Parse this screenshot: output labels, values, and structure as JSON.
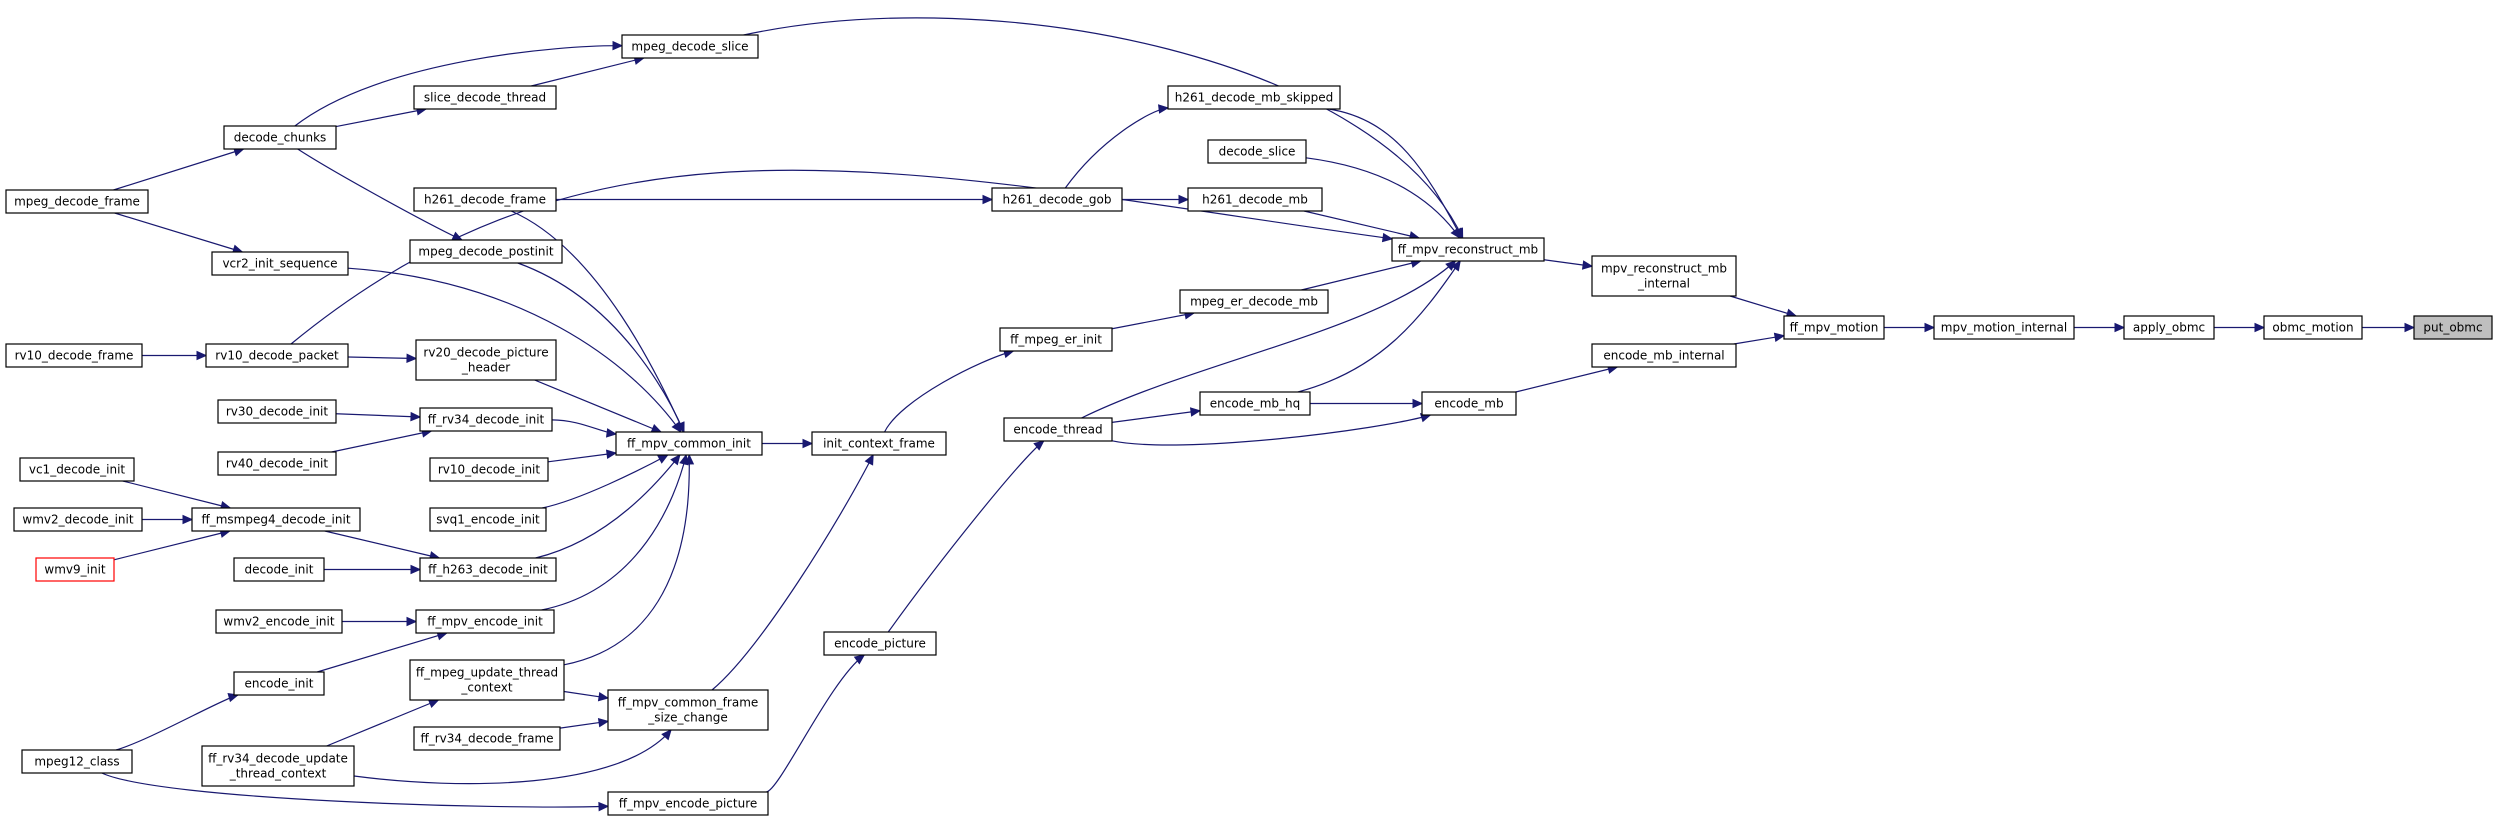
{
  "graph": {
    "title": "",
    "nodes": [
      {
        "id": "put_obmc",
        "lines": [
          "put_obmc"
        ],
        "style": "focus"
      },
      {
        "id": "obmc_motion",
        "lines": [
          "obmc_motion"
        ]
      },
      {
        "id": "apply_obmc",
        "lines": [
          "apply_obmc"
        ]
      },
      {
        "id": "mpv_motion_internal",
        "lines": [
          "mpv_motion_internal"
        ]
      },
      {
        "id": "ff_mpv_motion",
        "lines": [
          "ff_mpv_motion"
        ]
      },
      {
        "id": "mpv_reconstruct_mb_internal",
        "lines": [
          "mpv_reconstruct_mb",
          "_internal"
        ]
      },
      {
        "id": "encode_mb_internal",
        "lines": [
          "encode_mb_internal"
        ]
      },
      {
        "id": "ff_mpv_reconstruct_mb",
        "lines": [
          "ff_mpv_reconstruct_mb"
        ]
      },
      {
        "id": "encode_mb",
        "lines": [
          "encode_mb"
        ]
      },
      {
        "id": "mpeg_decode_slice",
        "lines": [
          "mpeg_decode_slice"
        ]
      },
      {
        "id": "h261_decode_mb_skipped",
        "lines": [
          "h261_decode_mb_skipped"
        ]
      },
      {
        "id": "decode_slice",
        "lines": [
          "decode_slice"
        ]
      },
      {
        "id": "h261_decode_mb",
        "lines": [
          "h261_decode_mb"
        ]
      },
      {
        "id": "h261_decode_gob",
        "lines": [
          "h261_decode_gob"
        ]
      },
      {
        "id": "mpeg_er_decode_mb",
        "lines": [
          "mpeg_er_decode_mb"
        ]
      },
      {
        "id": "ff_mpeg_er_init",
        "lines": [
          "ff_mpeg_er_init"
        ]
      },
      {
        "id": "encode_mb_hq",
        "lines": [
          "encode_mb_hq"
        ]
      },
      {
        "id": "encode_thread",
        "lines": [
          "encode_thread"
        ]
      },
      {
        "id": "init_context_frame",
        "lines": [
          "init_context_frame"
        ]
      },
      {
        "id": "encode_picture",
        "lines": [
          "encode_picture"
        ]
      },
      {
        "id": "ff_mpv_encode_picture",
        "lines": [
          "ff_mpv_encode_picture"
        ]
      },
      {
        "id": "ff_mpv_common_frame_size_change",
        "lines": [
          "ff_mpv_common_frame",
          "_size_change"
        ]
      },
      {
        "id": "ff_mpv_common_init",
        "lines": [
          "ff_mpv_common_init"
        ]
      },
      {
        "id": "slice_decode_thread",
        "lines": [
          "slice_decode_thread"
        ]
      },
      {
        "id": "decode_chunks",
        "lines": [
          "decode_chunks"
        ]
      },
      {
        "id": "mpeg_decode_frame",
        "lines": [
          "mpeg_decode_frame"
        ]
      },
      {
        "id": "h261_decode_frame",
        "lines": [
          "h261_decode_frame"
        ]
      },
      {
        "id": "mpeg_decode_postinit",
        "lines": [
          "mpeg_decode_postinit"
        ]
      },
      {
        "id": "vcr2_init_sequence",
        "lines": [
          "vcr2_init_sequence"
        ]
      },
      {
        "id": "rv10_decode_frame",
        "lines": [
          "rv10_decode_frame"
        ]
      },
      {
        "id": "rv10_decode_packet",
        "lines": [
          "rv10_decode_packet"
        ]
      },
      {
        "id": "rv20_decode_picture_header",
        "lines": [
          "rv20_decode_picture",
          "_header"
        ]
      },
      {
        "id": "rv30_decode_init",
        "lines": [
          "rv30_decode_init"
        ]
      },
      {
        "id": "ff_rv34_decode_init",
        "lines": [
          "ff_rv34_decode_init"
        ]
      },
      {
        "id": "rv40_decode_init",
        "lines": [
          "rv40_decode_init"
        ]
      },
      {
        "id": "rv10_decode_init",
        "lines": [
          "rv10_decode_init"
        ]
      },
      {
        "id": "vc1_decode_init",
        "lines": [
          "vc1_decode_init"
        ]
      },
      {
        "id": "wmv2_decode_init",
        "lines": [
          "wmv2_decode_init"
        ]
      },
      {
        "id": "ff_msmpeg4_decode_init",
        "lines": [
          "ff_msmpeg4_decode_init"
        ]
      },
      {
        "id": "svq1_encode_init",
        "lines": [
          "svq1_encode_init"
        ]
      },
      {
        "id": "wmv9_init",
        "lines": [
          "wmv9_init"
        ],
        "style": "red"
      },
      {
        "id": "decode_init",
        "lines": [
          "decode_init"
        ]
      },
      {
        "id": "ff_h263_decode_init",
        "lines": [
          "ff_h263_decode_init"
        ]
      },
      {
        "id": "wmv2_encode_init",
        "lines": [
          "wmv2_encode_init"
        ]
      },
      {
        "id": "ff_mpv_encode_init",
        "lines": [
          "ff_mpv_encode_init"
        ]
      },
      {
        "id": "encode_init",
        "lines": [
          "encode_init"
        ]
      },
      {
        "id": "ff_mpeg_update_thread_context",
        "lines": [
          "ff_mpeg_update_thread",
          "_context"
        ]
      },
      {
        "id": "ff_rv34_decode_frame",
        "lines": [
          "ff_rv34_decode_frame"
        ]
      },
      {
        "id": "mpeg12_class",
        "lines": [
          "mpeg12_class"
        ]
      },
      {
        "id": "ff_rv34_decode_update_thread_context",
        "lines": [
          "ff_rv34_decode_update",
          "_thread_context"
        ]
      }
    ],
    "edges": [
      [
        "obmc_motion",
        "put_obmc"
      ],
      [
        "apply_obmc",
        "obmc_motion"
      ],
      [
        "mpv_motion_internal",
        "apply_obmc"
      ],
      [
        "ff_mpv_motion",
        "mpv_motion_internal"
      ],
      [
        "mpv_reconstruct_mb_internal",
        "ff_mpv_motion"
      ],
      [
        "encode_mb_internal",
        "ff_mpv_motion"
      ],
      [
        "ff_mpv_reconstruct_mb",
        "mpv_reconstruct_mb_internal"
      ],
      [
        "encode_mb",
        "encode_mb_internal"
      ],
      [
        "mpeg_decode_slice",
        "ff_mpv_reconstruct_mb"
      ],
      [
        "h261_decode_mb_skipped",
        "ff_mpv_reconstruct_mb"
      ],
      [
        "decode_slice",
        "ff_mpv_reconstruct_mb"
      ],
      [
        "h261_decode_mb",
        "ff_mpv_reconstruct_mb"
      ],
      [
        "rv10_decode_packet",
        "ff_mpv_reconstruct_mb"
      ],
      [
        "mpeg_er_decode_mb",
        "ff_mpv_reconstruct_mb"
      ],
      [
        "encode_thread",
        "ff_mpv_reconstruct_mb"
      ],
      [
        "encode_mb_hq",
        "ff_mpv_reconstruct_mb"
      ],
      [
        "h261_decode_gob",
        "h261_decode_mb_skipped"
      ],
      [
        "h261_decode_gob",
        "h261_decode_mb"
      ],
      [
        "h261_decode_frame",
        "h261_decode_gob"
      ],
      [
        "ff_mpeg_er_init",
        "mpeg_er_decode_mb"
      ],
      [
        "init_context_frame",
        "ff_mpeg_er_init"
      ],
      [
        "encode_mb_hq",
        "encode_mb"
      ],
      [
        "encode_thread",
        "encode_mb"
      ],
      [
        "encode_thread",
        "encode_mb_hq"
      ],
      [
        "encode_picture",
        "encode_thread"
      ],
      [
        "ff_mpv_encode_picture",
        "encode_picture"
      ],
      [
        "ff_mpv_common_init",
        "init_context_frame"
      ],
      [
        "ff_mpv_common_frame_size_change",
        "init_context_frame"
      ],
      [
        "slice_decode_thread",
        "mpeg_decode_slice"
      ],
      [
        "decode_chunks",
        "mpeg_decode_slice"
      ],
      [
        "decode_chunks",
        "slice_decode_thread"
      ],
      [
        "mpeg_decode_frame",
        "decode_chunks"
      ],
      [
        "mpeg_decode_frame",
        "vcr2_init_sequence"
      ],
      [
        "decode_chunks",
        "mpeg_decode_postinit"
      ],
      [
        "h261_decode_frame",
        "ff_mpv_common_init"
      ],
      [
        "mpeg_decode_postinit",
        "ff_mpv_common_init"
      ],
      [
        "vcr2_init_sequence",
        "ff_mpv_common_init"
      ],
      [
        "rv10_decode_frame",
        "rv10_decode_packet"
      ],
      [
        "rv10_decode_packet",
        "rv20_decode_picture_header"
      ],
      [
        "rv20_decode_picture_header",
        "ff_mpv_common_init"
      ],
      [
        "rv30_decode_init",
        "ff_rv34_decode_init"
      ],
      [
        "rv40_decode_init",
        "ff_rv34_decode_init"
      ],
      [
        "ff_rv34_decode_init",
        "ff_mpv_common_init"
      ],
      [
        "rv10_decode_init",
        "ff_mpv_common_init"
      ],
      [
        "svq1_encode_init",
        "ff_mpv_common_init"
      ],
      [
        "ff_h263_decode_init",
        "ff_mpv_common_init"
      ],
      [
        "ff_mpv_encode_init",
        "ff_mpv_common_init"
      ],
      [
        "ff_mpeg_update_thread_context",
        "ff_mpv_common_init"
      ],
      [
        "vc1_decode_init",
        "ff_msmpeg4_decode_init"
      ],
      [
        "wmv2_decode_init",
        "ff_msmpeg4_decode_init"
      ],
      [
        "wmv9_init",
        "ff_msmpeg4_decode_init"
      ],
      [
        "ff_msmpeg4_decode_init",
        "ff_h263_decode_init"
      ],
      [
        "decode_init",
        "ff_h263_decode_init"
      ],
      [
        "wmv2_encode_init",
        "ff_mpv_encode_init"
      ],
      [
        "encode_init",
        "ff_mpv_encode_init"
      ],
      [
        "mpeg12_class",
        "encode_init"
      ],
      [
        "mpeg12_class",
        "ff_mpv_encode_picture"
      ],
      [
        "ff_mpeg_update_thread_context",
        "ff_mpv_common_frame_size_change"
      ],
      [
        "ff_rv34_decode_frame",
        "ff_mpv_common_frame_size_change"
      ],
      [
        "ff_rv34_decode_update_thread_context",
        "ff_mpv_common_frame_size_change"
      ],
      [
        "ff_rv34_decode_update_thread_context",
        "ff_mpeg_update_thread_context"
      ]
    ]
  }
}
